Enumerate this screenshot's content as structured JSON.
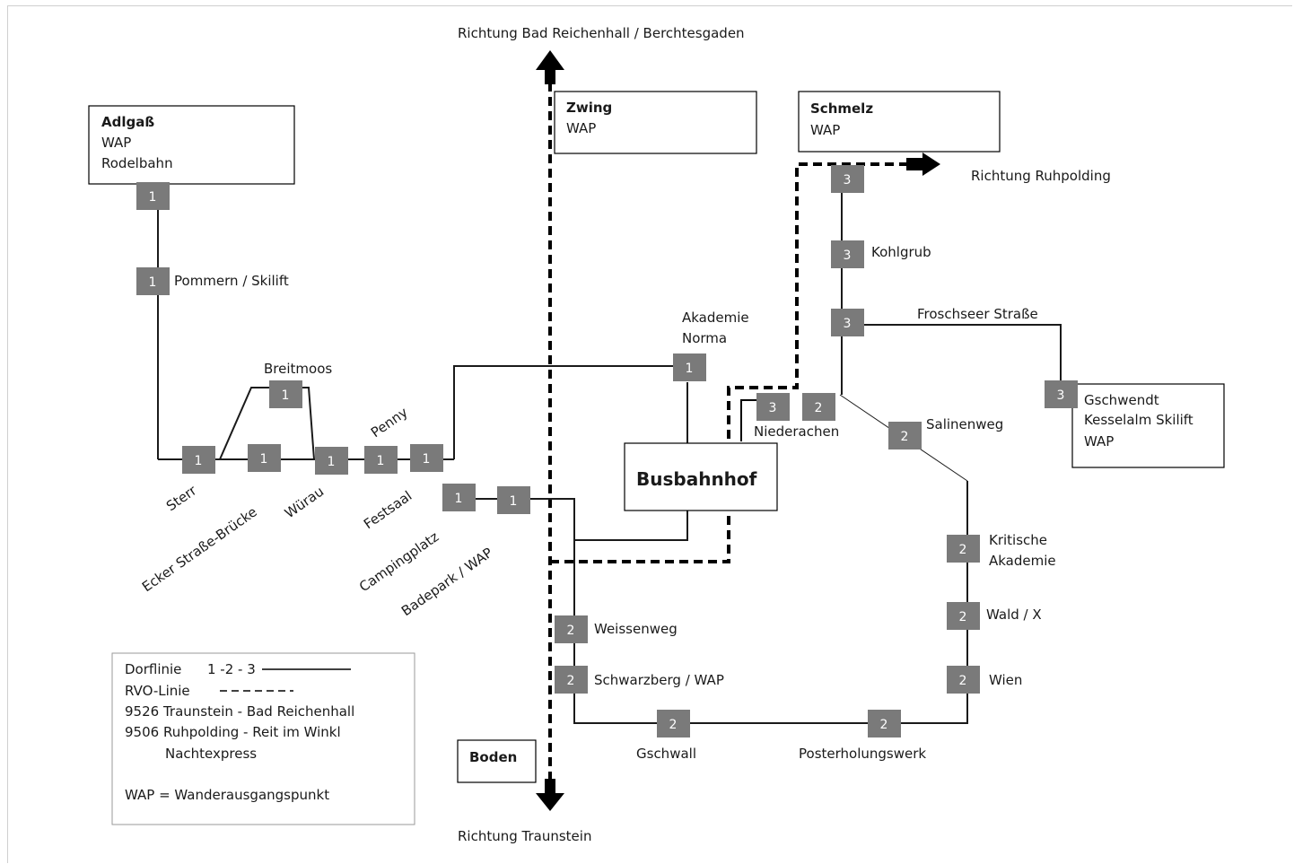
{
  "directions": {
    "north": "Richtung Bad Reichenhall / Berchtesgaden",
    "south": "Richtung Traunstein",
    "east": "Richtung Ruhpolding"
  },
  "terminals": {
    "adlgass": {
      "name": "Adlgaß",
      "line2": "WAP",
      "line3": "Rodelbahn"
    },
    "zwing": {
      "name": "Zwing",
      "line2": "WAP"
    },
    "schmelz": {
      "name": "Schmelz",
      "line2": "WAP"
    },
    "gschwendt": {
      "name": "Gschwendt",
      "line2": "Kesselalm Skilift",
      "line3": "WAP"
    },
    "boden": {
      "name": "Boden"
    },
    "busbahnhof": {
      "name": "Busbahnhof"
    }
  },
  "stops": {
    "pommern": "Pommern / Skilift",
    "breitmoos": "Breitmoos",
    "penny": "Penny",
    "sterr": "Sterr",
    "ecker": "Ecker Straße-Brücke",
    "wuerau": "Würau",
    "festsaal": "Festsaal",
    "camping": "Campingplatz",
    "badepark": "Badepark / WAP",
    "akademie1": "Akademie",
    "akademie2": "Norma",
    "niederachen": "Niederachen",
    "salinenweg": "Salinenweg",
    "kohlgrub": "Kohlgrub",
    "froschseer": "Froschseer Straße",
    "kritische1": "Kritische",
    "kritische2": "Akademie",
    "wald": "Wald  / X",
    "wien": "Wien",
    "weissenweg": "Weissenweg",
    "schwarzberg": "Schwarzberg / WAP",
    "gschwall": "Gschwall",
    "posterholung": "Posterholungswerk"
  },
  "badges": {
    "one": "1",
    "two": "2",
    "three": "3"
  },
  "legend": {
    "dorflinie": "Dorflinie",
    "dorflinie_codes": "1 -2 - 3",
    "rvo": "RVO-Linie",
    "route_9526": "9526 Traunstein - Bad Reichenhall",
    "route_9506": "9506 Ruhpolding - Reit im Winkl",
    "nachtexpress": "Nachtexpress",
    "wap": "WAP = Wanderausgangspunkt"
  },
  "colors": {
    "badge": "#7a7a7a",
    "line": "#1a1a1a"
  }
}
